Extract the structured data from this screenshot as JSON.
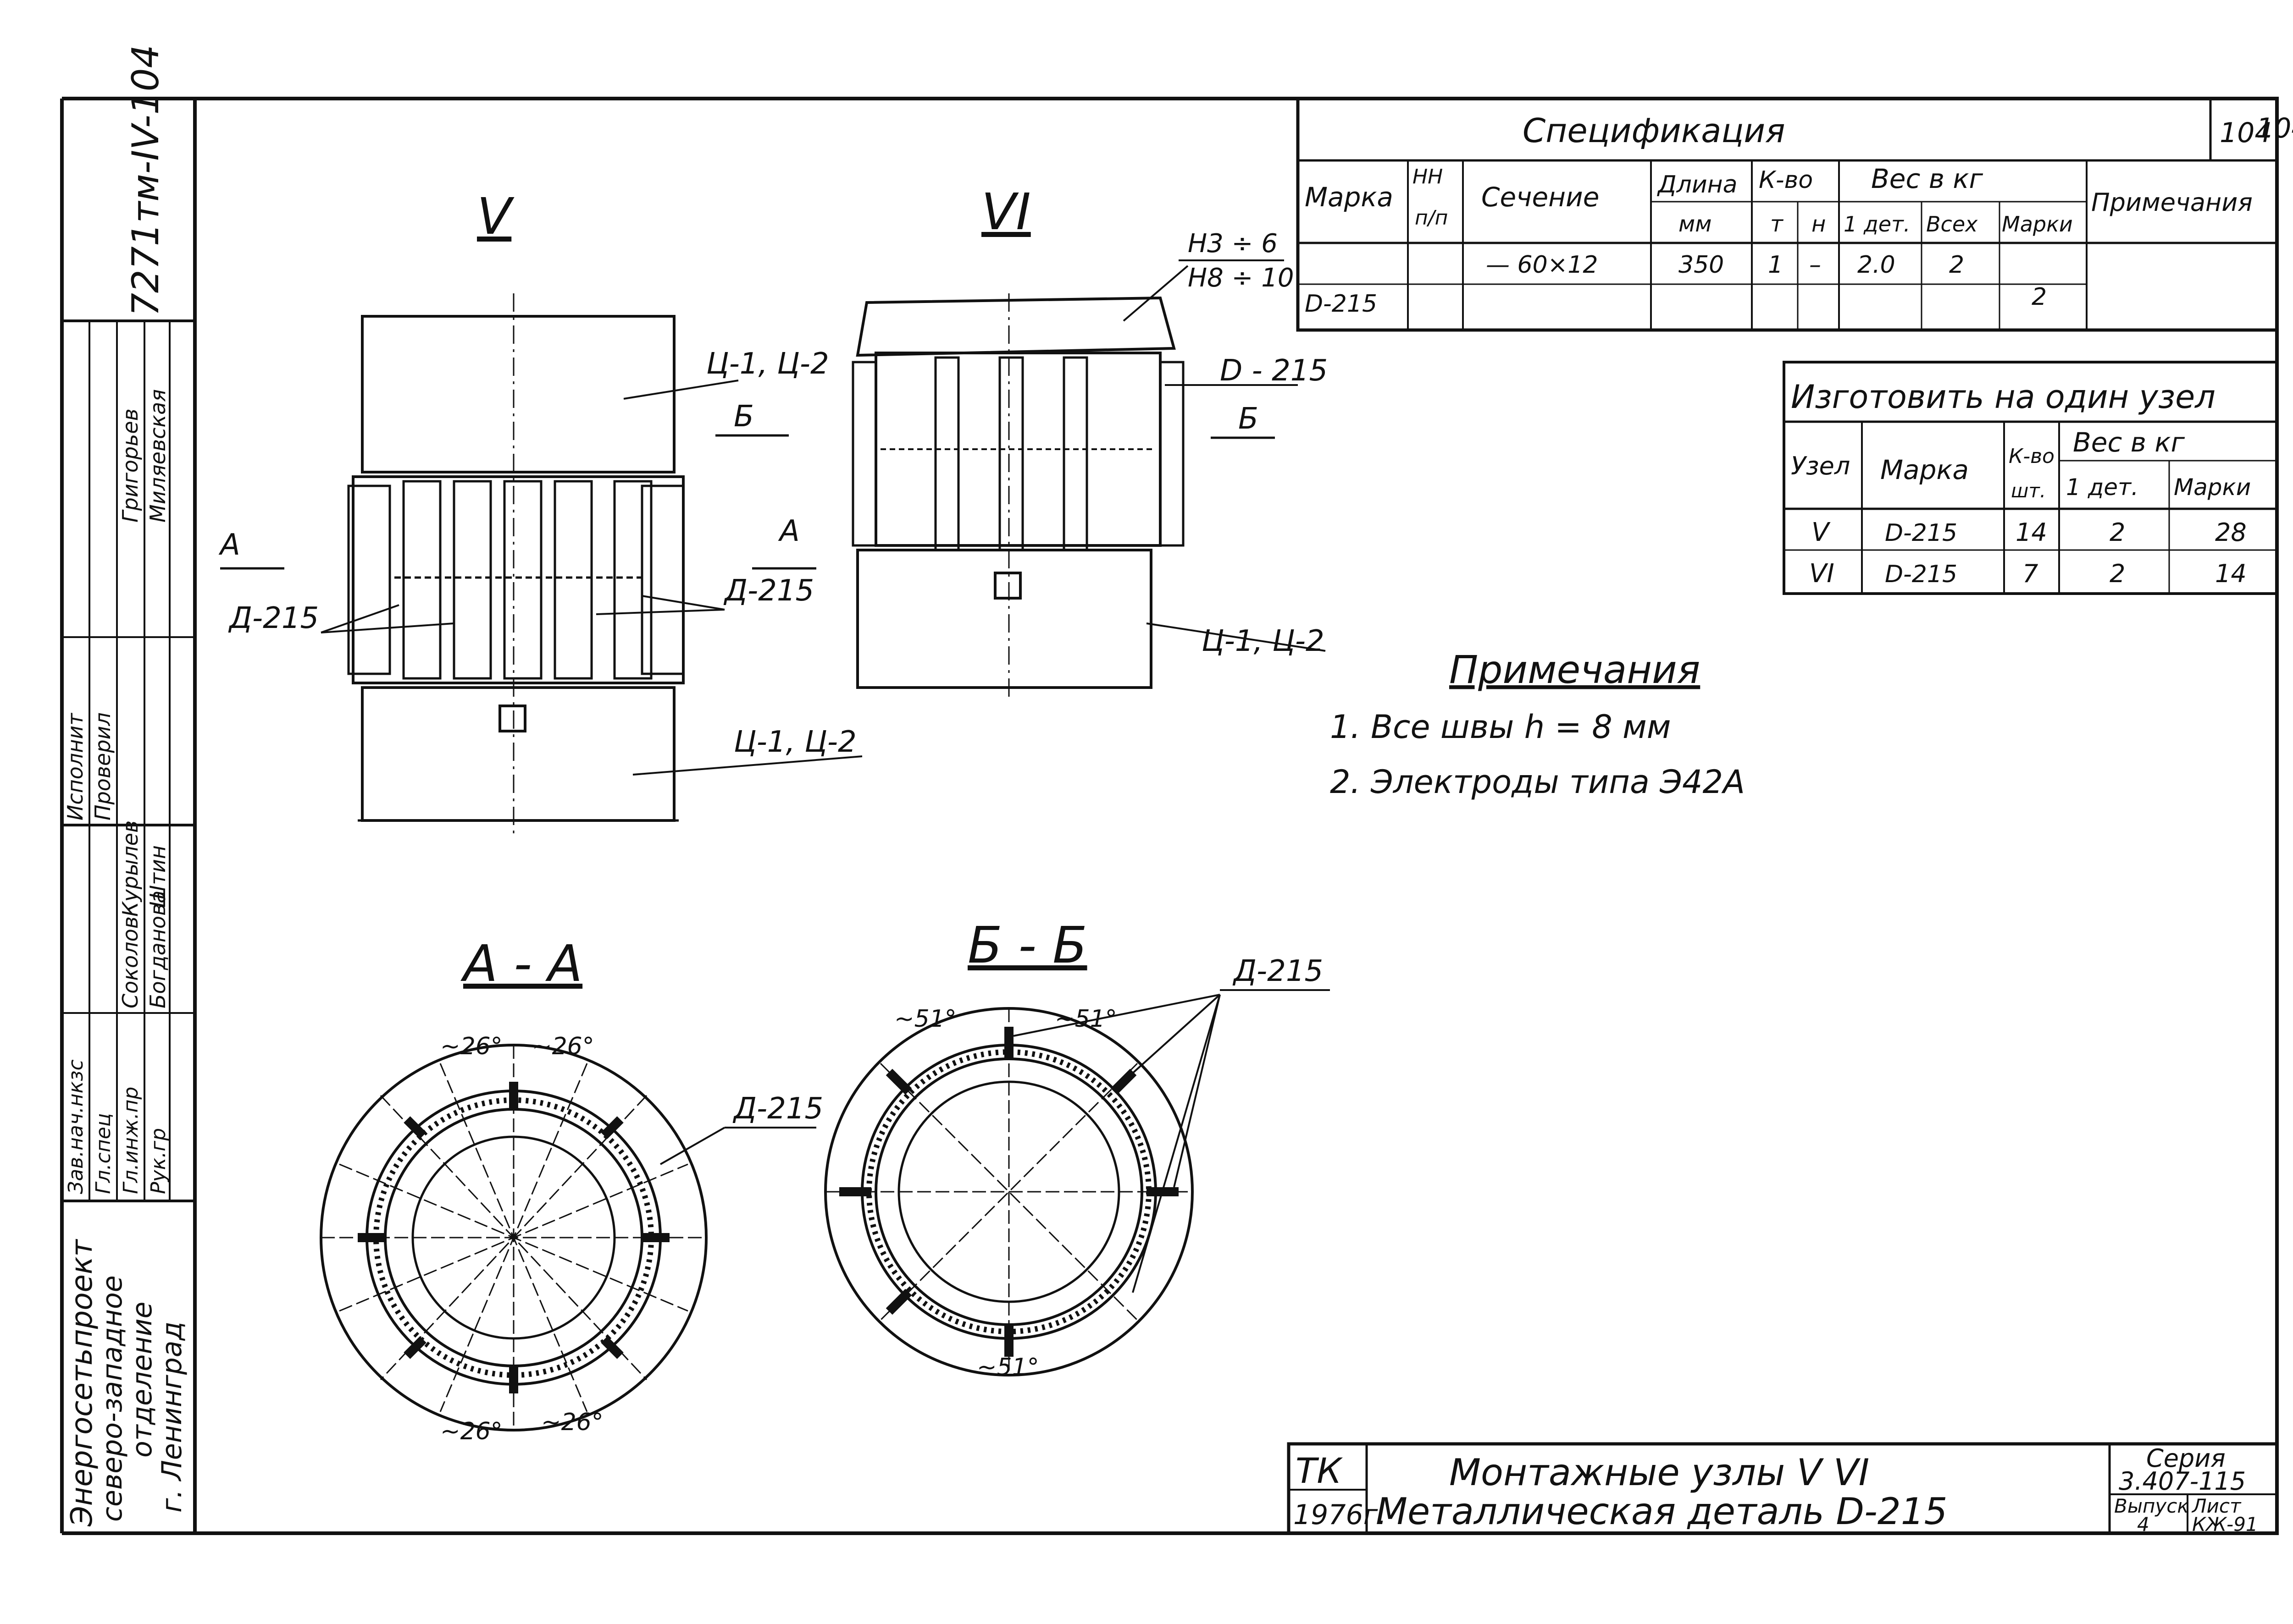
{
  "sheet_number": "104",
  "side_code": "7271тм-IV-104",
  "signatures": {
    "roles": [
      "Исполнит",
      "Проверил",
      "Зав.нач.нкзс",
      "Гл.спец",
      "Гл.инж.пр",
      "Рук.гр"
    ],
    "names": [
      "Григорьев",
      "Миляевская",
      "Курылев",
      "Штин",
      "Соколов",
      "Богданова"
    ]
  },
  "organization": [
    "Энергосетьпроект",
    "северо-западное",
    "отделение",
    "г. Ленинград"
  ],
  "views": {
    "view_v": {
      "title": "V",
      "label_top_right": "Ц-1, Ц-2",
      "label_bottom": "Ц-1, Ц-2",
      "label_detail_left": "Д-215",
      "label_detail_right": "Д-215",
      "cut_left": "А",
      "cut_right": "А",
      "cut_b": "Б"
    },
    "view_vi": {
      "title": "VI",
      "label_weld_top": "Н3 ÷ 6",
      "label_weld_bottom": "Н8 ÷ 10",
      "label_detail": "D - 215",
      "label_cylinder": "Ц-1, Ц-2",
      "cut_right": "Б"
    }
  },
  "sections": {
    "aa": {
      "title": "А - А",
      "detail_label": "Д-215",
      "angle_label": "~26°"
    },
    "bb": {
      "title": "Б - Б",
      "detail_label": "Д-215",
      "angle_label": "~51°"
    }
  },
  "specification": {
    "title": "Спецификация",
    "headers": {
      "mark": "Марка",
      "nn": "НН",
      "pp": "п/п",
      "section": "Сечение",
      "length": "Длина",
      "mm": "мм",
      "qty": "К-во",
      "t": "т",
      "n": "н",
      "weight": "Вес  в  кг",
      "one_det": "1 дет.",
      "all": "Всех",
      "marks": "Марки",
      "notes": "Примечания"
    },
    "rows": [
      {
        "mark": "D-215",
        "nn": "",
        "section": "— 60×12",
        "length": "350",
        "t": "1",
        "n": "–",
        "one_det": "2.0",
        "all": "2",
        "marks": "2",
        "notes": ""
      }
    ]
  },
  "manufacture": {
    "title": "Изготовить на один узел",
    "headers": {
      "node": "Узел",
      "mark": "Марка",
      "qty": "К-во",
      "pcs": "шт.",
      "weight": "Вес  в  кг",
      "one_det": "1 дет.",
      "marks": "Марки"
    },
    "rows": [
      {
        "node": "V",
        "mark": "D-215",
        "qty": "14",
        "one_det": "2",
        "marks": "28"
      },
      {
        "node": "VI",
        "mark": "D-215",
        "qty": "7",
        "one_det": "2",
        "marks": "14"
      }
    ]
  },
  "notes": {
    "title": "Примечания",
    "items": [
      "1. Все швы h = 8 мм",
      "2. Электроды типа Э42А"
    ]
  },
  "title_block": {
    "org_code": "ТК",
    "year": "1976г.",
    "line1": "Монтажные узлы V  VI",
    "line2": "Металлическая деталь  D-215",
    "series_label": "Серия",
    "series_value": "3.407-115",
    "issue_label": "Выпуск",
    "issue_value": "4",
    "sheet_label": "Лист",
    "sheet_value": "КЖ-91"
  }
}
